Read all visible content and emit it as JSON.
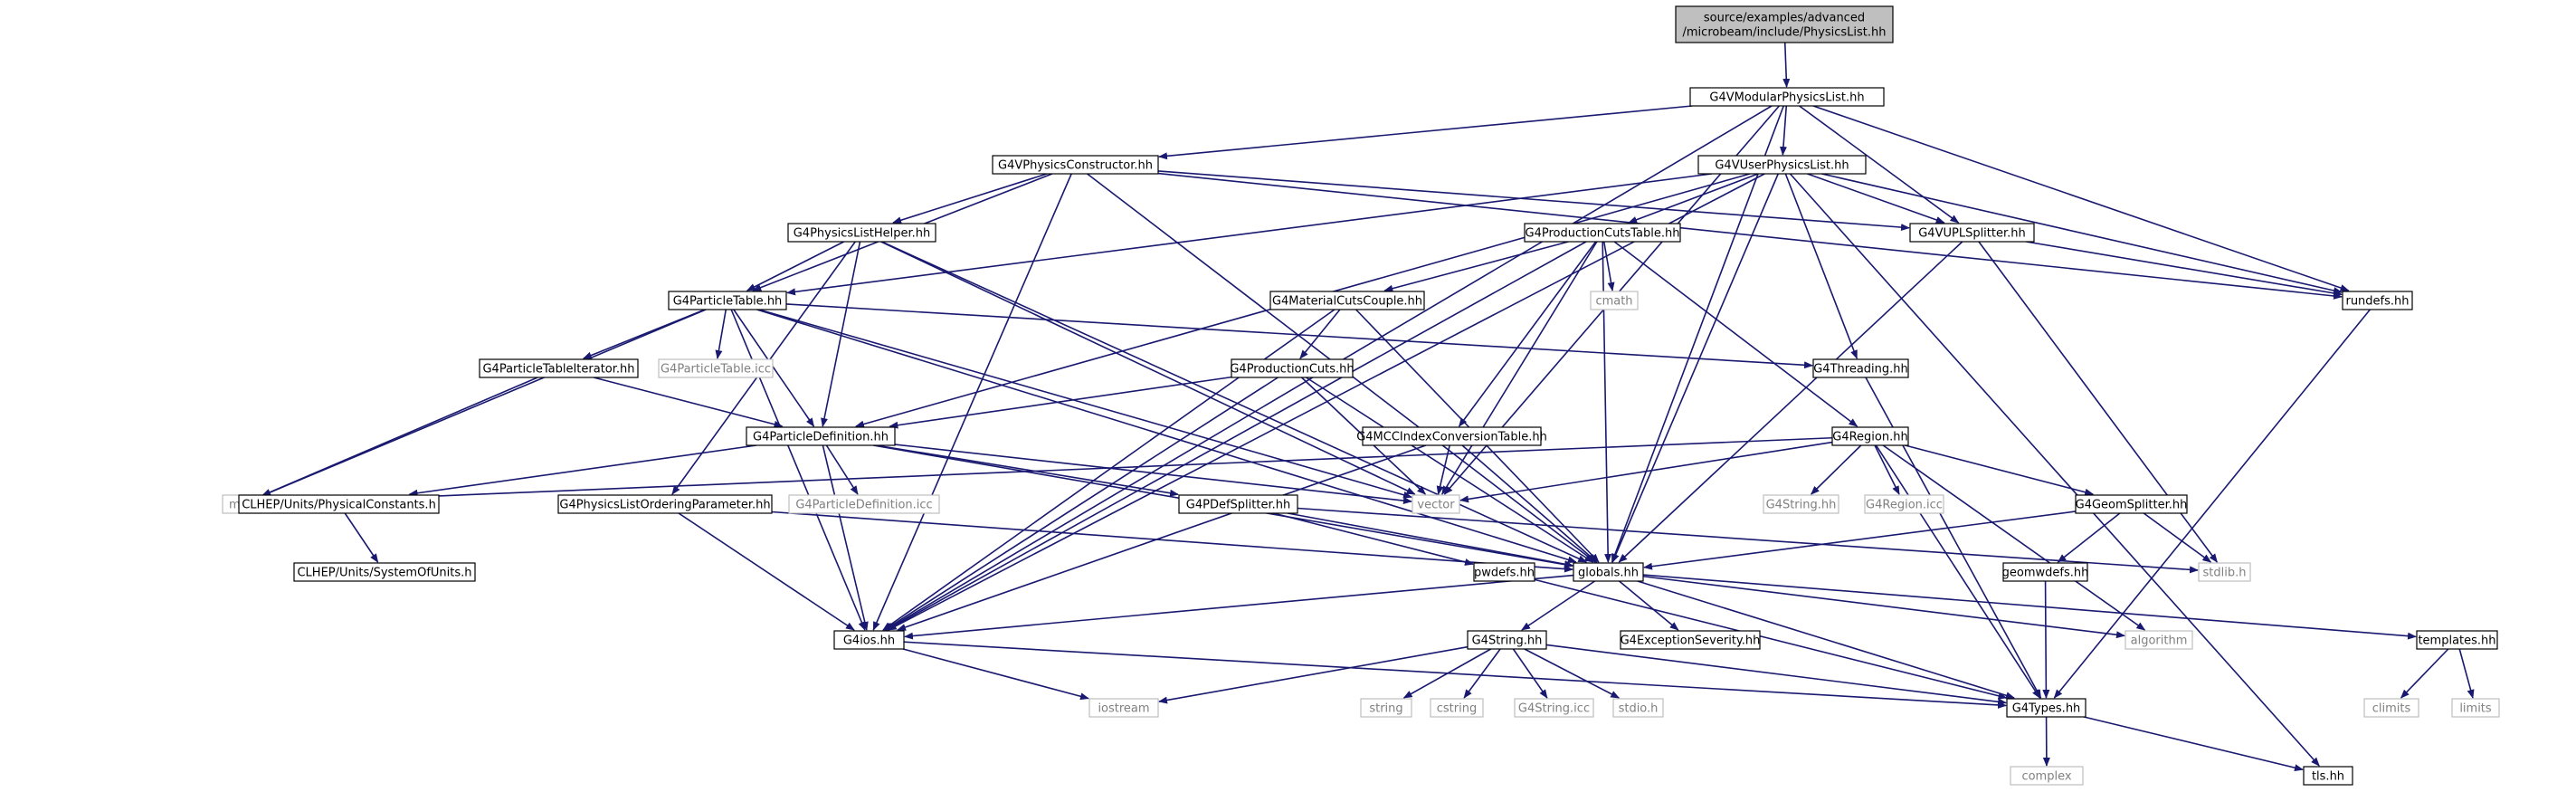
{
  "diagram": {
    "type": "include-dependency-graph",
    "colors": {
      "edge": "#191970",
      "root_fill": "#bfbfbf",
      "documented_border": "#000000",
      "external_border": "#bfbfbf",
      "external_text": "#808080"
    },
    "nodes": [
      {
        "id": "root",
        "kind": "root",
        "lines": [
          "source/examples/advanced",
          "/microbeam/include/PhysicsList.hh"
        ]
      },
      {
        "id": "g4vmodular",
        "kind": "doc",
        "lines": [
          "G4VModularPhysicsList.hh"
        ]
      },
      {
        "id": "g4vphysconstr",
        "kind": "doc",
        "lines": [
          "G4VPhysicsConstructor.hh"
        ]
      },
      {
        "id": "g4vuser",
        "kind": "doc",
        "lines": [
          "G4VUserPhysicsList.hh"
        ]
      },
      {
        "id": "g4plhelper",
        "kind": "doc",
        "lines": [
          "G4PhysicsListHelper.hh"
        ]
      },
      {
        "id": "g4prodcutstable",
        "kind": "doc",
        "lines": [
          "G4ProductionCutsTable.hh"
        ]
      },
      {
        "id": "g4vuplsplitter",
        "kind": "doc",
        "lines": [
          "G4VUPLSplitter.hh"
        ]
      },
      {
        "id": "g4particletable",
        "kind": "doc",
        "lines": [
          "G4ParticleTable.hh"
        ]
      },
      {
        "id": "g4matcutscouple",
        "kind": "doc",
        "lines": [
          "G4MaterialCutsCouple.hh"
        ]
      },
      {
        "id": "cmath",
        "kind": "ext",
        "lines": [
          "cmath"
        ]
      },
      {
        "id": "rundefs",
        "kind": "doc",
        "lines": [
          "rundefs.hh"
        ]
      },
      {
        "id": "g4ptiterator",
        "kind": "doc",
        "lines": [
          "G4ParticleTableIterator.hh"
        ]
      },
      {
        "id": "g4ptable_icc",
        "kind": "ext",
        "lines": [
          "G4ParticleTable.icc"
        ]
      },
      {
        "id": "g4prodcuts",
        "kind": "doc",
        "lines": [
          "G4ProductionCuts.hh"
        ]
      },
      {
        "id": "g4threading",
        "kind": "doc",
        "lines": [
          "G4Threading.hh"
        ]
      },
      {
        "id": "g4particledef",
        "kind": "doc",
        "lines": [
          "G4ParticleDefinition.hh"
        ]
      },
      {
        "id": "g4mccindex",
        "kind": "doc",
        "lines": [
          "G4MCCIndexConversionTable.hh"
        ]
      },
      {
        "id": "g4region",
        "kind": "doc",
        "lines": [
          "G4Region.hh"
        ]
      },
      {
        "id": "map",
        "kind": "ext",
        "lines": [
          "map"
        ]
      },
      {
        "id": "clhep_phys",
        "kind": "doc",
        "lines": [
          "CLHEP/Units/PhysicalConstants.h"
        ]
      },
      {
        "id": "g4plordering",
        "kind": "doc",
        "lines": [
          "G4PhysicsListOrderingParameter.hh"
        ]
      },
      {
        "id": "g4pdef_icc",
        "kind": "ext",
        "lines": [
          "G4ParticleDefinition.icc"
        ]
      },
      {
        "id": "g4pdefsplitter",
        "kind": "doc",
        "lines": [
          "G4PDefSplitter.hh"
        ]
      },
      {
        "id": "vector",
        "kind": "ext",
        "lines": [
          "vector"
        ]
      },
      {
        "id": "g4string_hh_ext",
        "kind": "ext",
        "lines": [
          "G4String.hh"
        ]
      },
      {
        "id": "g4region_icc",
        "kind": "ext",
        "lines": [
          "G4Region.icc"
        ]
      },
      {
        "id": "g4geomsplitter",
        "kind": "doc",
        "lines": [
          "G4GeomSplitter.hh"
        ]
      },
      {
        "id": "clhep_sou",
        "kind": "doc",
        "lines": [
          "CLHEP/Units/SystemOfUnits.h"
        ]
      },
      {
        "id": "pwdefs",
        "kind": "doc",
        "lines": [
          "pwdefs.hh"
        ]
      },
      {
        "id": "globals",
        "kind": "doc",
        "lines": [
          "globals.hh"
        ]
      },
      {
        "id": "geomwdefs",
        "kind": "doc",
        "lines": [
          "geomwdefs.hh"
        ]
      },
      {
        "id": "stdlib",
        "kind": "ext",
        "lines": [
          "stdlib.h"
        ]
      },
      {
        "id": "g4ios",
        "kind": "doc",
        "lines": [
          "G4ios.hh"
        ]
      },
      {
        "id": "g4string",
        "kind": "doc",
        "lines": [
          "G4String.hh"
        ]
      },
      {
        "id": "g4excseverity",
        "kind": "doc",
        "lines": [
          "G4ExceptionSeverity.hh"
        ]
      },
      {
        "id": "algorithm",
        "kind": "ext",
        "lines": [
          "algorithm"
        ]
      },
      {
        "id": "templates",
        "kind": "doc",
        "lines": [
          "templates.hh"
        ]
      },
      {
        "id": "iostream",
        "kind": "ext",
        "lines": [
          "iostream"
        ]
      },
      {
        "id": "string",
        "kind": "ext",
        "lines": [
          "string"
        ]
      },
      {
        "id": "cstring",
        "kind": "ext",
        "lines": [
          "cstring"
        ]
      },
      {
        "id": "g4string_icc",
        "kind": "ext",
        "lines": [
          "G4String.icc"
        ]
      },
      {
        "id": "stdio",
        "kind": "ext",
        "lines": [
          "stdio.h"
        ]
      },
      {
        "id": "g4types",
        "kind": "doc",
        "lines": [
          "G4Types.hh"
        ]
      },
      {
        "id": "climits",
        "kind": "ext",
        "lines": [
          "climits"
        ]
      },
      {
        "id": "limits",
        "kind": "ext",
        "lines": [
          "limits"
        ]
      },
      {
        "id": "complex",
        "kind": "ext",
        "lines": [
          "complex"
        ]
      },
      {
        "id": "tls",
        "kind": "doc",
        "lines": [
          "tls.hh"
        ]
      }
    ],
    "edges": [
      [
        "root",
        "g4vmodular"
      ],
      [
        "g4vmodular",
        "g4vphysconstr"
      ],
      [
        "g4vmodular",
        "g4vuser"
      ],
      [
        "g4vmodular",
        "vector"
      ],
      [
        "g4vmodular",
        "g4ios"
      ],
      [
        "g4vmodular",
        "globals"
      ],
      [
        "g4vmodular",
        "rundefs"
      ],
      [
        "g4vmodular",
        "g4vuplsplitter"
      ],
      [
        "g4vphysconstr",
        "g4plhelper"
      ],
      [
        "g4vphysconstr",
        "g4particletable"
      ],
      [
        "g4vphysconstr",
        "globals"
      ],
      [
        "g4vphysconstr",
        "rundefs"
      ],
      [
        "g4vphysconstr",
        "g4vuplsplitter"
      ],
      [
        "g4vphysconstr",
        "g4ios"
      ],
      [
        "g4vuser",
        "g4prodcutstable"
      ],
      [
        "g4vuser",
        "g4vuplsplitter"
      ],
      [
        "g4vuser",
        "rundefs"
      ],
      [
        "g4vuser",
        "g4threading"
      ],
      [
        "g4vuser",
        "globals"
      ],
      [
        "g4vuser",
        "g4particletable"
      ],
      [
        "g4vuser",
        "g4particledef"
      ],
      [
        "g4vuser",
        "g4ios"
      ],
      [
        "g4vuser",
        "tls"
      ],
      [
        "g4plhelper",
        "g4particletable"
      ],
      [
        "g4plhelper",
        "g4particledef"
      ],
      [
        "g4plhelper",
        "g4plordering"
      ],
      [
        "g4plhelper",
        "vector"
      ],
      [
        "g4plhelper",
        "globals"
      ],
      [
        "g4prodcutstable",
        "g4matcutscouple"
      ],
      [
        "g4prodcutstable",
        "cmath"
      ],
      [
        "g4prodcutstable",
        "g4mccindex"
      ],
      [
        "g4prodcutstable",
        "g4region"
      ],
      [
        "g4prodcutstable",
        "globals"
      ],
      [
        "g4prodcutstable",
        "vector"
      ],
      [
        "g4prodcutstable",
        "g4ios"
      ],
      [
        "g4vuplsplitter",
        "rundefs"
      ],
      [
        "g4vuplsplitter",
        "globals"
      ],
      [
        "g4vuplsplitter",
        "stdlib"
      ],
      [
        "g4particletable",
        "g4ptiterator"
      ],
      [
        "g4particletable",
        "g4ptable_icc"
      ],
      [
        "g4particletable",
        "g4particledef"
      ],
      [
        "g4particletable",
        "map"
      ],
      [
        "g4particletable",
        "vector"
      ],
      [
        "g4particletable",
        "g4threading"
      ],
      [
        "g4particletable",
        "globals"
      ],
      [
        "g4particletable",
        "g4ios"
      ],
      [
        "g4matcutscouple",
        "g4prodcuts"
      ],
      [
        "g4matcutscouple",
        "globals"
      ],
      [
        "g4matcutscouple",
        "g4ios"
      ],
      [
        "rundefs",
        "g4types"
      ],
      [
        "g4ptiterator",
        "g4particledef"
      ],
      [
        "g4ptiterator",
        "map"
      ],
      [
        "g4prodcuts",
        "g4particledef"
      ],
      [
        "g4prodcuts",
        "vector"
      ],
      [
        "g4prodcuts",
        "globals"
      ],
      [
        "g4prodcuts",
        "g4ios"
      ],
      [
        "g4threading",
        "g4types"
      ],
      [
        "g4particledef",
        "clhep_phys"
      ],
      [
        "g4particledef",
        "g4pdef_icc"
      ],
      [
        "g4particledef",
        "g4pdefsplitter"
      ],
      [
        "g4particledef",
        "vector"
      ],
      [
        "g4particledef",
        "globals"
      ],
      [
        "g4particledef",
        "g4ios"
      ],
      [
        "g4mccindex",
        "vector"
      ],
      [
        "g4mccindex",
        "globals"
      ],
      [
        "g4mccindex",
        "g4ios"
      ],
      [
        "g4region",
        "g4string_hh_ext"
      ],
      [
        "g4region",
        "g4region_icc"
      ],
      [
        "g4region",
        "g4geomsplitter"
      ],
      [
        "g4region",
        "vector"
      ],
      [
        "g4region",
        "map"
      ],
      [
        "g4region",
        "algorithm"
      ],
      [
        "g4region",
        "g4types"
      ],
      [
        "clhep_phys",
        "clhep_sou"
      ],
      [
        "g4plordering",
        "globals"
      ],
      [
        "g4plordering",
        "g4ios"
      ],
      [
        "g4pdefsplitter",
        "pwdefs"
      ],
      [
        "g4pdefsplitter",
        "globals"
      ],
      [
        "g4pdefsplitter",
        "stdlib"
      ],
      [
        "g4geomsplitter",
        "geomwdefs"
      ],
      [
        "g4geomsplitter",
        "globals"
      ],
      [
        "g4geomsplitter",
        "stdlib"
      ],
      [
        "pwdefs",
        "g4types"
      ],
      [
        "globals",
        "g4ios"
      ],
      [
        "globals",
        "g4string"
      ],
      [
        "globals",
        "g4excseverity"
      ],
      [
        "globals",
        "algorithm"
      ],
      [
        "globals",
        "templates"
      ],
      [
        "globals",
        "g4types"
      ],
      [
        "geomwdefs",
        "g4types"
      ],
      [
        "g4ios",
        "iostream"
      ],
      [
        "g4ios",
        "g4types"
      ],
      [
        "g4string",
        "iostream"
      ],
      [
        "g4string",
        "string"
      ],
      [
        "g4string",
        "cstring"
      ],
      [
        "g4string",
        "g4string_icc"
      ],
      [
        "g4string",
        "stdio"
      ],
      [
        "g4string",
        "g4types"
      ],
      [
        "templates",
        "climits"
      ],
      [
        "templates",
        "limits"
      ],
      [
        "g4types",
        "complex"
      ],
      [
        "g4types",
        "tls"
      ]
    ]
  }
}
